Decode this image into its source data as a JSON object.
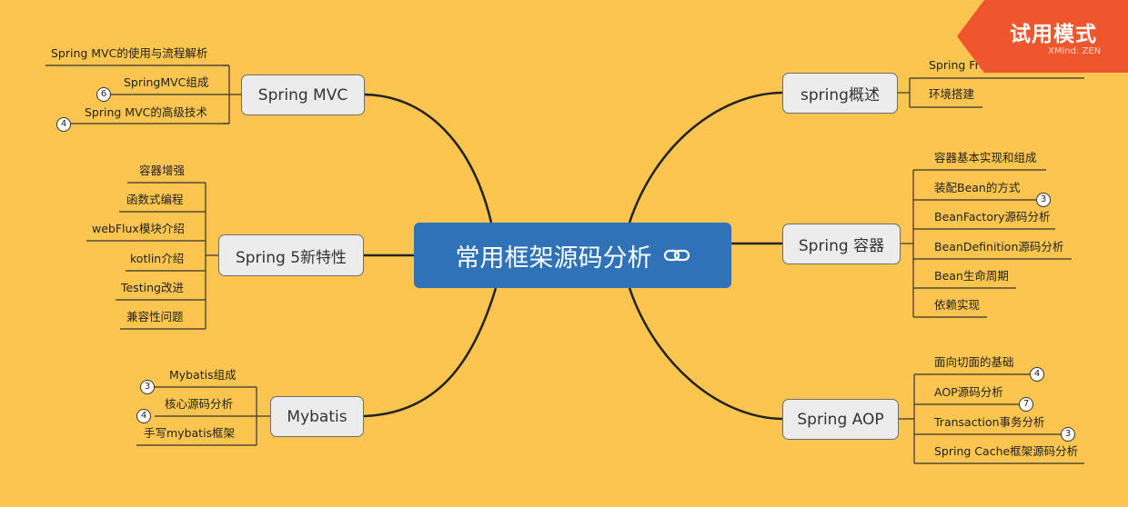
{
  "central": {
    "title": "常用框架源码分析",
    "icon": "link-icon"
  },
  "colors": {
    "background": "#fbc54f",
    "central": "#2f72b7",
    "node": "#ececec",
    "line": "#222222",
    "trial": "#f0562e"
  },
  "trial": {
    "label": "试用模式",
    "brand": "XMind: ZEN"
  },
  "branches": {
    "spring_mvc": {
      "title": "Spring MVC",
      "items": [
        {
          "label": "Spring MVC的使用与流程解析",
          "badge": ""
        },
        {
          "label": "SpringMVC组成",
          "badge": "6"
        },
        {
          "label": "Spring MVC的高级技术",
          "badge": "4"
        }
      ]
    },
    "spring5": {
      "title": "Spring 5新特性",
      "items": [
        {
          "label": "容器增强"
        },
        {
          "label": "函数式编程"
        },
        {
          "label": "webFlux模块介绍"
        },
        {
          "label": "kotlin介绍"
        },
        {
          "label": "Testing改进"
        },
        {
          "label": "兼容性问题"
        }
      ]
    },
    "mybatis": {
      "title": "Mybatis",
      "items": [
        {
          "label": "Mybatis组成",
          "badge": "3"
        },
        {
          "label": "核心源码分析",
          "badge": "4"
        },
        {
          "label": "手写mybatis框架",
          "badge": ""
        }
      ]
    },
    "spring_overview": {
      "title": "spring概述",
      "items": [
        {
          "label": "Spring Framework体系结构"
        },
        {
          "label": "环境搭建"
        }
      ]
    },
    "spring_container": {
      "title": "Spring 容器",
      "items": [
        {
          "label": "容器基本实现和组成",
          "badge": ""
        },
        {
          "label": "装配Bean的方式",
          "badge": "3"
        },
        {
          "label": "BeanFactory源码分析",
          "badge": ""
        },
        {
          "label": "BeanDefinition源码分析",
          "badge": ""
        },
        {
          "label": "Bean生命周期",
          "badge": ""
        },
        {
          "label": "依赖实现",
          "badge": ""
        }
      ]
    },
    "spring_aop": {
      "title": "Spring AOP",
      "items": [
        {
          "label": "面向切面的基础",
          "badge": "4"
        },
        {
          "label": "AOP源码分析",
          "badge": "7"
        },
        {
          "label": "Transaction事务分析",
          "badge": "3"
        },
        {
          "label": "Spring Cache框架源码分析",
          "badge": ""
        }
      ]
    }
  }
}
